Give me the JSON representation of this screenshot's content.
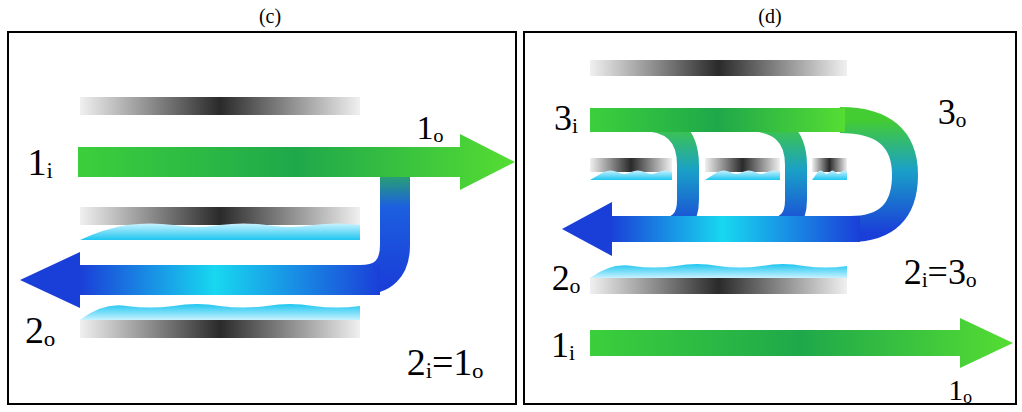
{
  "diagram": {
    "labels": [
      "(c)",
      "(d)",
      "1ᵢ",
      "1ₒ",
      "2ₒ",
      "2ᵢ=1ₒ",
      "3ᵢ",
      "3ₒ",
      "2ₒ",
      "2ᵢ=3ₒ",
      "1ᵢ",
      "1ₒ"
    ]
  }
}
